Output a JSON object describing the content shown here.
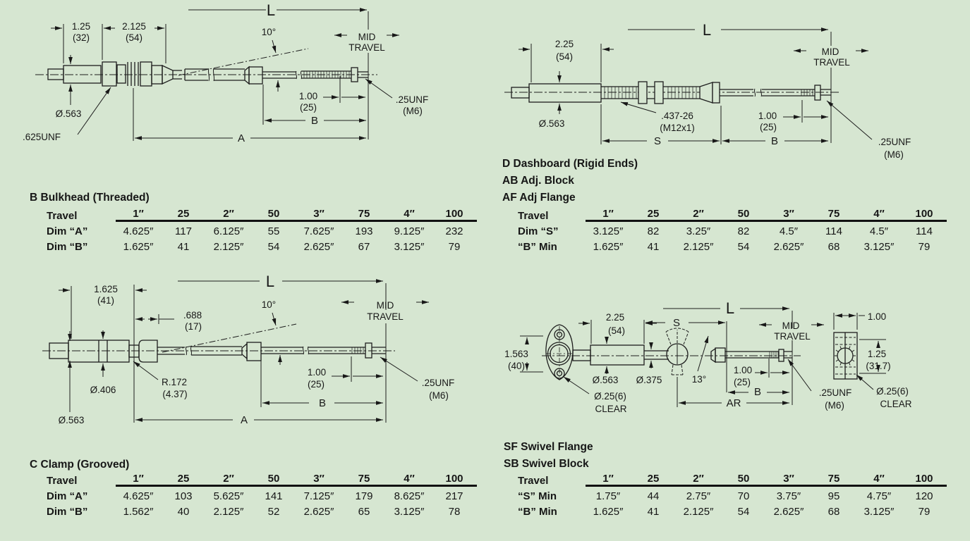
{
  "page": {
    "background": "#d6e6d1",
    "ink": "#181818"
  },
  "sections": {
    "bulkhead": {
      "title": "B Bulkhead (Threaded)",
      "drawing": {
        "L": "L",
        "w1": "1.25",
        "w1mm": "(32)",
        "w2": "2.125",
        "w2mm": "(54)",
        "angle": "10°",
        "mid": "MID",
        "travel": "TRAVEL",
        "dia": "Ø.563",
        "thread": ".625UNF",
        "len1": "1.00",
        "len1mm": "(25)",
        "B": "B",
        "A": "A",
        "tip": ".25UNF",
        "tipmm": "(M6)"
      },
      "table": {
        "col_label": "Travel",
        "headers": [
          "1″",
          "25",
          "2″",
          "50",
          "3″",
          "75",
          "4″",
          "100"
        ],
        "rows": [
          {
            "label": "Dim “A”",
            "values": [
              "4.625″",
              "117",
              "6.125″",
              "55",
              "7.625″",
              "193",
              "9.125″",
              "232"
            ]
          },
          {
            "label": "Dim “B”",
            "values": [
              "1.625″",
              "41",
              "2.125″",
              "54",
              "2.625″",
              "67",
              "3.125″",
              "79"
            ]
          }
        ]
      }
    },
    "dashboard": {
      "titles": [
        "D Dashboard (Rigid Ends)",
        "AB Adj. Block",
        "AF Adj Flange"
      ],
      "drawing": {
        "L": "L",
        "w1": "2.25",
        "w1mm": "(54)",
        "dia": "Ø.563",
        "thread": ".437-26",
        "threadmm": "(M12x1)",
        "len1": "1.00",
        "len1mm": "(25)",
        "S": "S",
        "B": "B",
        "mid": "MID",
        "travel": "TRAVEL",
        "tip": ".25UNF",
        "tipmm": "(M6)"
      },
      "table": {
        "col_label": "Travel",
        "headers": [
          "1″",
          "25",
          "2″",
          "50",
          "3″",
          "75",
          "4″",
          "100"
        ],
        "rows": [
          {
            "label": "Dim “S”",
            "values": [
              "3.125″",
              "82",
              "3.25″",
              "82",
              "4.5″",
              "114",
              "4.5″",
              "114"
            ]
          },
          {
            "label": "“B” Min",
            "values": [
              "1.625″",
              "41",
              "2.125″",
              "54",
              "2.625″",
              "68",
              "3.125″",
              "79"
            ]
          }
        ]
      }
    },
    "clamp": {
      "title": "C Clamp (Grooved)",
      "drawing": {
        "L": "L",
        "w1": "1.625",
        "w1mm": "(41)",
        "w2": ".688",
        "w2mm": "(17)",
        "angle": "10°",
        "mid": "MID",
        "travel": "TRAVEL",
        "r": "R.172",
        "rmm": "(4.37)",
        "dia1": "Ø.406",
        "dia2": "Ø.563",
        "len1": "1.00",
        "len1mm": "(25)",
        "B": "B",
        "A": "A",
        "tip": ".25UNF",
        "tipmm": "(M6)"
      },
      "table": {
        "col_label": "Travel",
        "headers": [
          "1″",
          "25",
          "2″",
          "50",
          "3″",
          "75",
          "4″",
          "100"
        ],
        "rows": [
          {
            "label": "Dim “A”",
            "values": [
              "4.625″",
              "103",
              "5.625″",
              "141",
              "7.125″",
              "179",
              "8.625″",
              "217"
            ]
          },
          {
            "label": "Dim “B”",
            "values": [
              "1.562″",
              "40",
              "2.125″",
              "52",
              "2.625″",
              "65",
              "3.125″",
              "78"
            ]
          }
        ]
      }
    },
    "swivel": {
      "titles": [
        "SF Swivel Flange",
        "SB Swivel Block"
      ],
      "drawing": {
        "fh": "1.563",
        "fhmm": "(40)",
        "clear1": "Ø.25(6)",
        "clear1b": "CLEAR",
        "w1": "2.25",
        "w1mm": "(54)",
        "dia1": "Ø.563",
        "dia2": "Ø.375",
        "angle": "13°",
        "S": "S",
        "L": "L",
        "mid": "MID",
        "travel": "TRAVEL",
        "len1": "1.00",
        "len1mm": "(25)",
        "B": "B",
        "AR": "AR",
        "tip": ".25UNF",
        "tipmm": "(M6)",
        "bw": "1.00",
        "bh": "1.25",
        "bhmm": "(31.7)",
        "clear2": "Ø.25(6)",
        "clear2b": "CLEAR"
      },
      "table": {
        "col_label": "Travel",
        "headers": [
          "1″",
          "25",
          "2″",
          "50",
          "3″",
          "75",
          "4″",
          "100"
        ],
        "rows": [
          {
            "label": "“S” Min",
            "values": [
              "1.75″",
              "44",
              "2.75″",
              "70",
              "3.75″",
              "95",
              "4.75″",
              "120"
            ]
          },
          {
            "label": "“B” Min",
            "values": [
              "1.625″",
              "41",
              "2.125″",
              "54",
              "2.625″",
              "68",
              "3.125″",
              "79"
            ]
          }
        ]
      }
    }
  }
}
